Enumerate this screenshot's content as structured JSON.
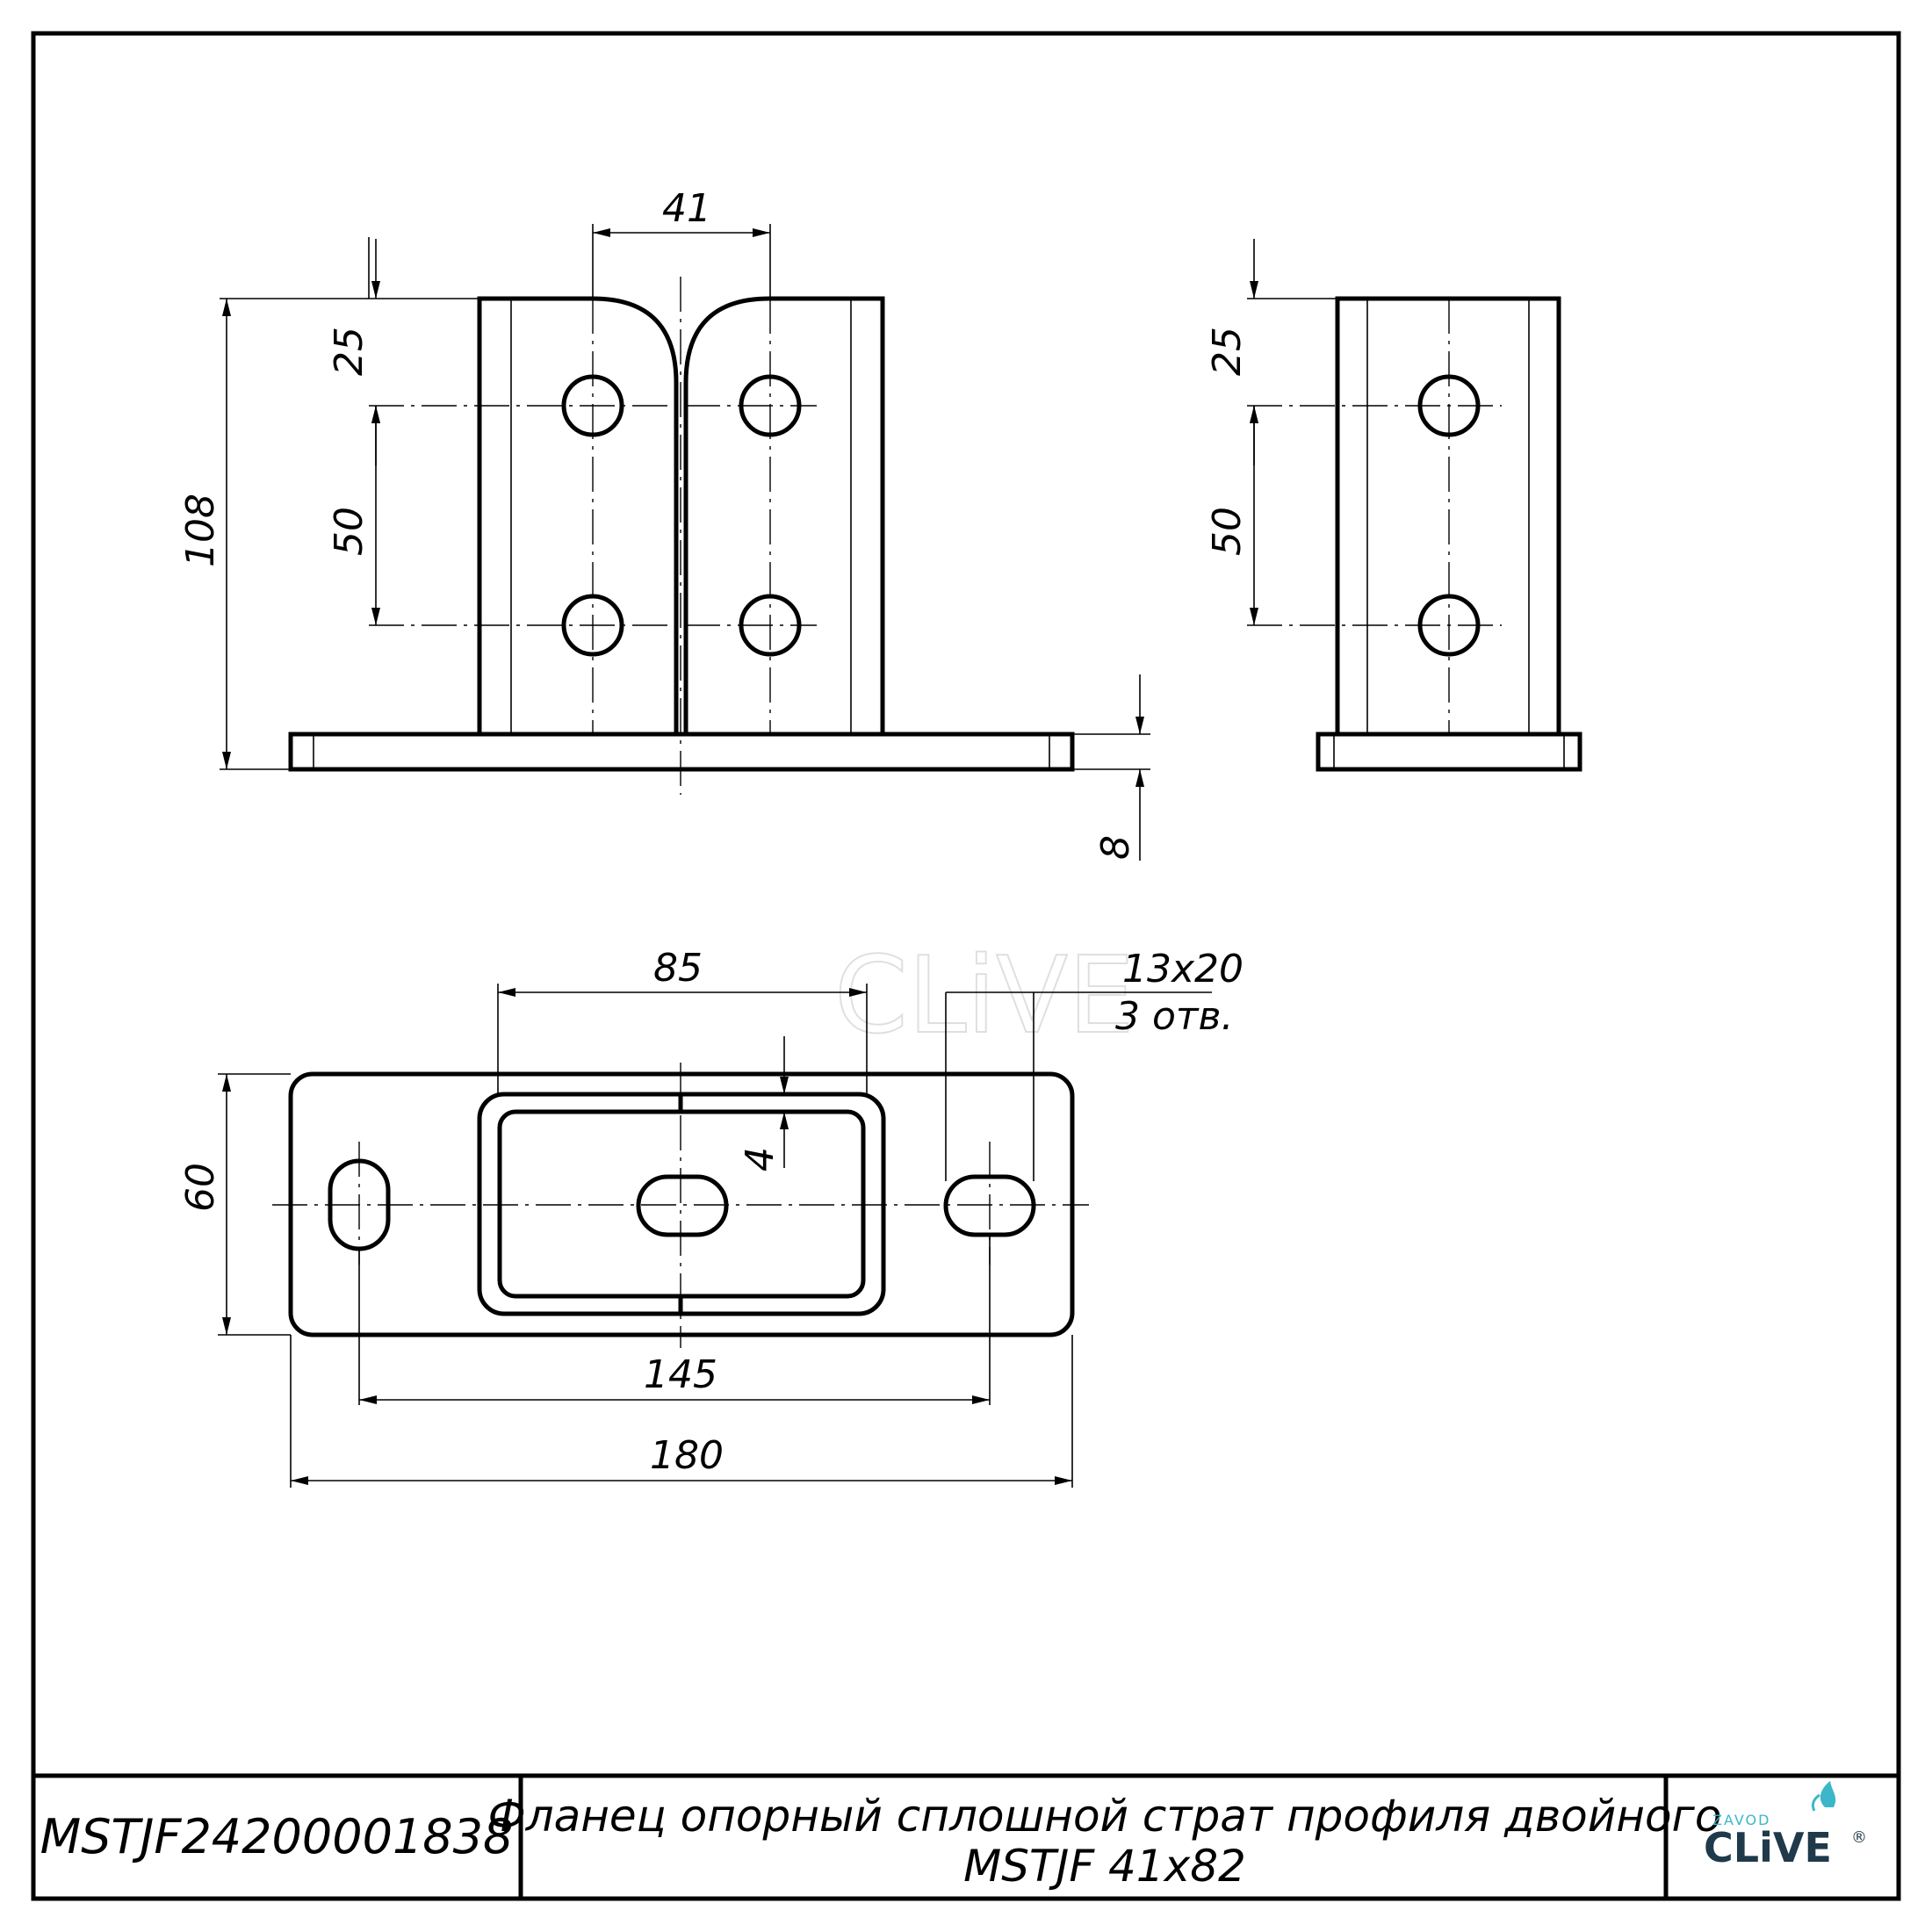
{
  "title_block": {
    "part_number": "MSTJF24200001838",
    "title_line1": "Фланец опорный сплошной страт профиля двойного",
    "title_line2": "MSTJF 41x82",
    "logo": {
      "small_text": "ZAVOD",
      "brand": "CLiVE",
      "registered": "®",
      "accent_color": "#3bb7c9"
    }
  },
  "watermark": {
    "text": "CLiVE"
  },
  "front_view": {
    "dim_overall_height": "108",
    "dim_top_to_hole": "25",
    "dim_hole_spacing": "50",
    "dim_hole_pitch": "41",
    "dim_plate_thickness": "8"
  },
  "side_view": {
    "dim_top_to_hole": "25",
    "dim_hole_spacing": "50"
  },
  "top_view": {
    "dim_slot_span": "85",
    "slot_size": "13x20",
    "slot_count": "3 отв.",
    "dim_gap": "4",
    "dim_width": "60",
    "dim_slot_centers": "145",
    "dim_length": "180"
  }
}
